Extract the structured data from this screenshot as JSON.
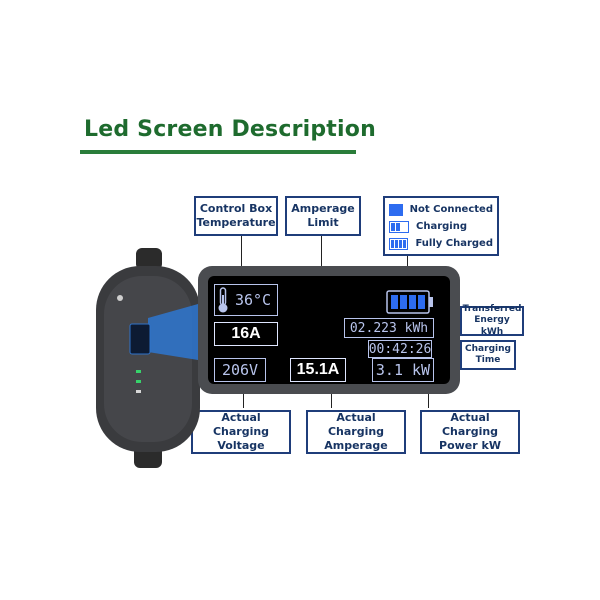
{
  "title": "Led Screen Description",
  "callouts": {
    "control_box_temperature": "Control Box\nTemperature",
    "amperage_limit": "Amperage\nLimit",
    "transferred_energy": "Transferred\nEnergy kWh",
    "charging_time": "Charging\nTime",
    "actual_voltage": "Actual Charging\nVoltage",
    "actual_amperage": "Actual Charging\nAmperage",
    "actual_power": "Actual Charging\nPower kW"
  },
  "legend": [
    {
      "label": "Not Connected",
      "icon": "battery-filled-icon"
    },
    {
      "label": "Charging",
      "icon": "battery-partial-icon"
    },
    {
      "label": "Fully Charged",
      "icon": "battery-full-icon"
    }
  ],
  "screen": {
    "temperature": "36°C",
    "amperage_limit": "16A",
    "energy": "02.223 kWh",
    "time": "00:42:26",
    "voltage": "206V",
    "amperage": "15.1A",
    "power": "3.1 kW"
  },
  "colors": {
    "title_green": "#1e6b2e",
    "callout_border": "#1f3d7a",
    "segment_text": "#b8c4ec",
    "battery_blue": "#2d6cf0"
  }
}
